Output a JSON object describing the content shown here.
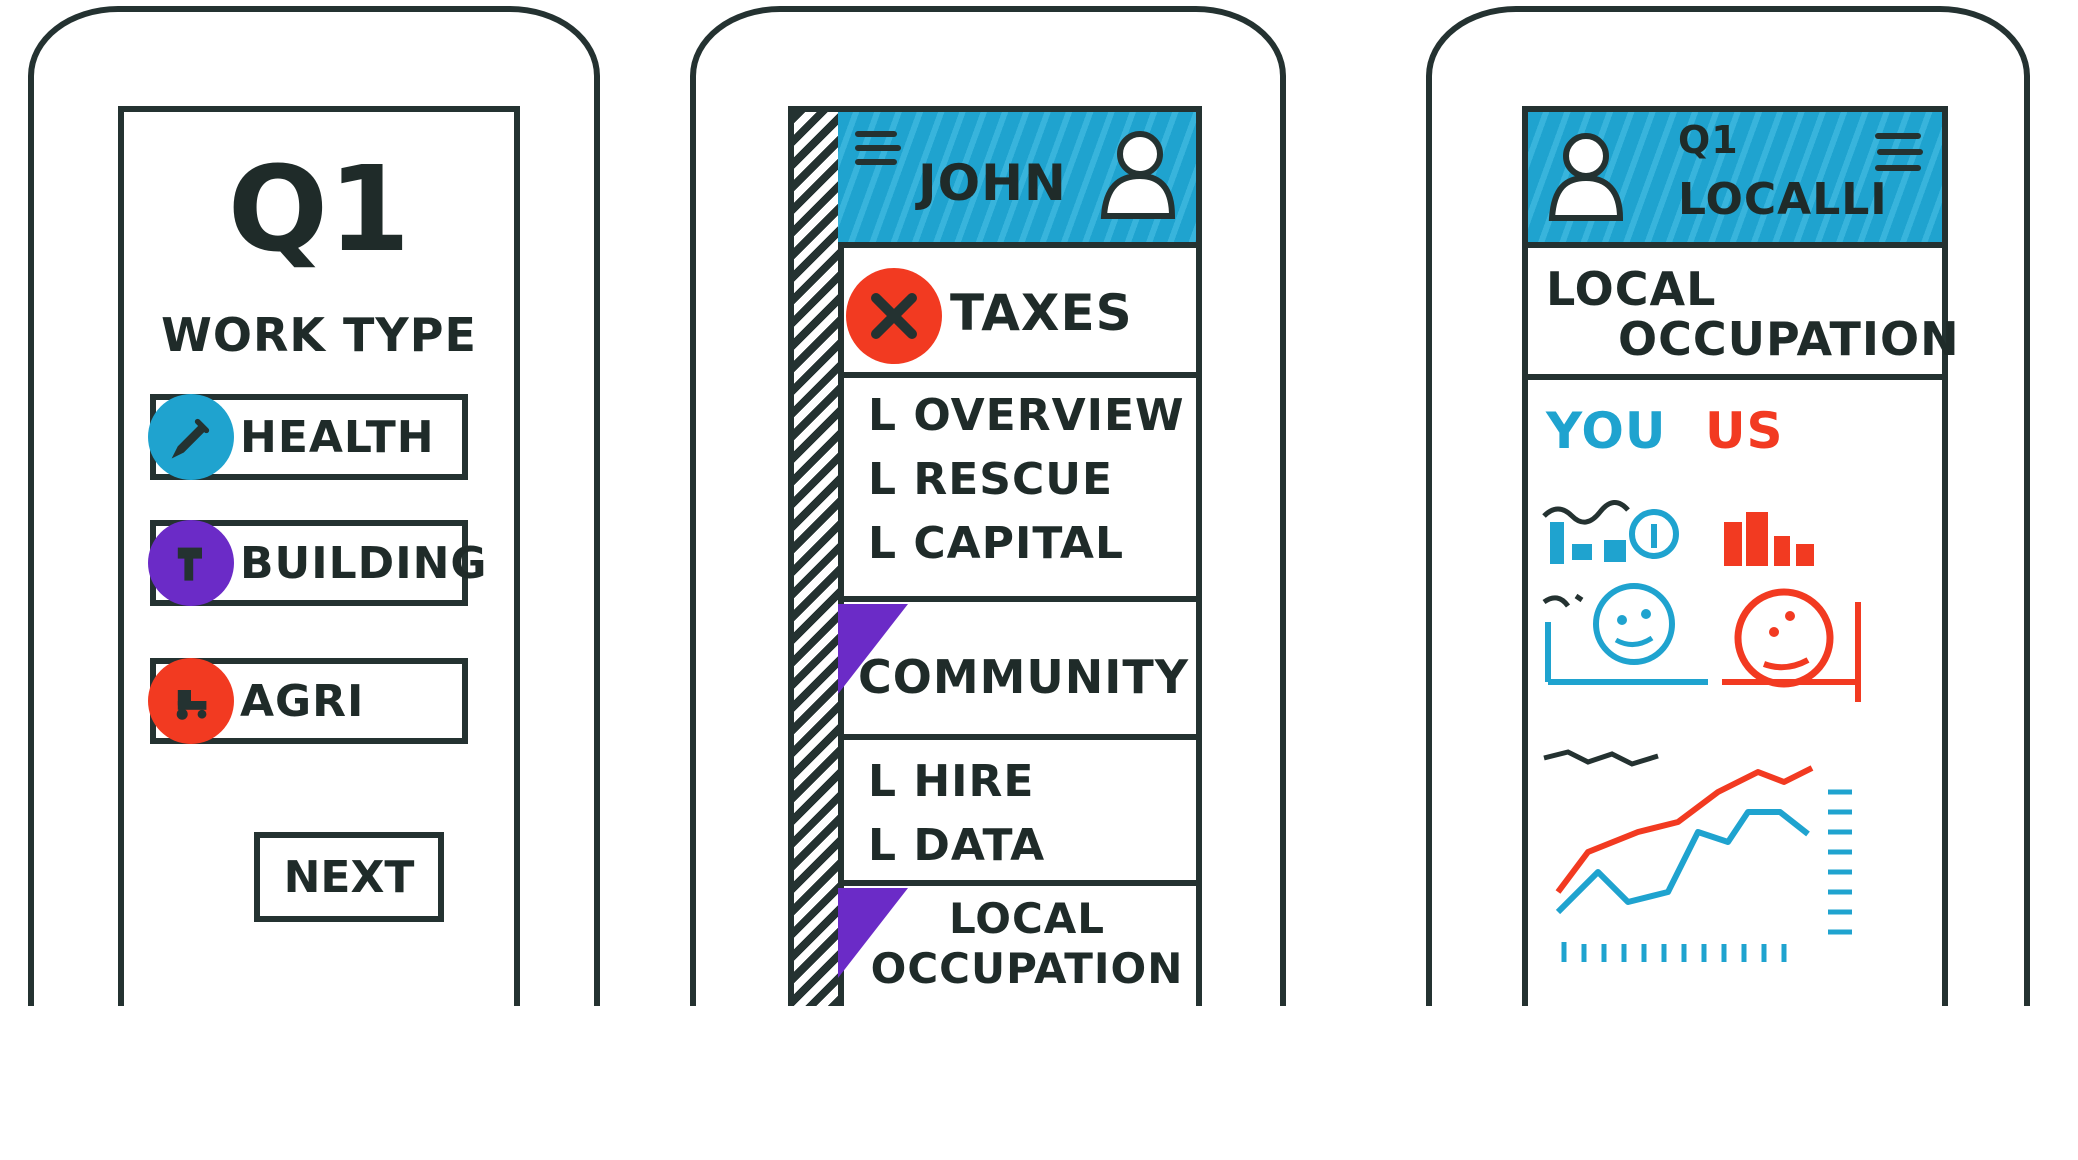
{
  "colors": {
    "ink": "#243231",
    "blue": "#1fa3cf",
    "purple": "#6b2bc7",
    "red": "#f23a21"
  },
  "screen1": {
    "title": "Q1",
    "subtitle": "WORK TYPE",
    "options": [
      {
        "label": "HEALTH",
        "icon": "syringe-icon",
        "color": "#1fa3cf"
      },
      {
        "label": "BUILDING",
        "icon": "hammer-icon",
        "color": "#6b2bc7"
      },
      {
        "label": "AGRI",
        "icon": "tractor-icon",
        "color": "#f23a21"
      }
    ],
    "next_label": "NEXT"
  },
  "screen2": {
    "header": {
      "user": "JOHN",
      "menu_icon": "hamburger-menu-icon",
      "avatar_icon": "user-avatar-icon"
    },
    "sections": [
      {
        "label": "TAXES",
        "icon": "crossed-tools-icon",
        "subitems": [
          "OVERVIEW",
          "RESCUE",
          "CAPITAL"
        ]
      },
      {
        "label": "COMMUNITY",
        "subitems": [
          "HIRE",
          "DATA"
        ]
      },
      {
        "label": "LOCAL OCCUPATION"
      }
    ]
  },
  "screen3": {
    "header": {
      "line1": "Q1",
      "line2": "LOCALLI",
      "avatar_icon": "user-avatar-icon",
      "menu_icon": "hamburger-menu-icon"
    },
    "title_line1": "LOCAL",
    "title_line2": "OCCUPATION",
    "legend": {
      "you": "YOU",
      "us": "US"
    }
  }
}
